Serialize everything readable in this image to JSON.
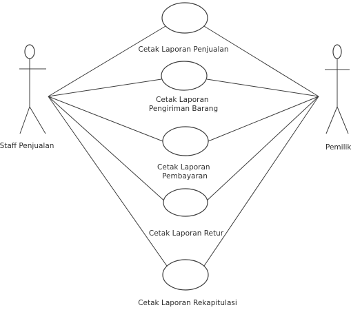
{
  "diagram": {
    "actors": {
      "staff": {
        "label": "Staff Penjualan"
      },
      "owner": {
        "label": "Pemilik"
      }
    },
    "use_cases": [
      {
        "lines": [
          "Cetak Laporan Penjualan"
        ]
      },
      {
        "lines": [
          "Cetak Laporan",
          "Pengiriman Barang"
        ]
      },
      {
        "lines": [
          "Cetak Laporan",
          "Pembayaran"
        ]
      },
      {
        "lines": [
          "Cetak Laporan Retur"
        ]
      },
      {
        "lines": [
          "Cetak Laporan Rekapitulasi"
        ]
      }
    ]
  }
}
